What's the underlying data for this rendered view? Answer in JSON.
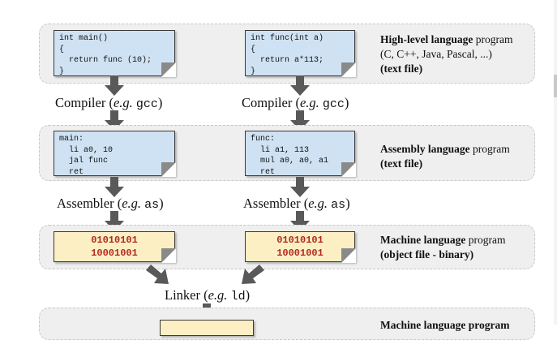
{
  "rows": [
    {
      "left_code": "int main()\n{\n  return func (10);\n}",
      "right_code": "int func(int a)\n{\n  return a*113;\n}",
      "desc_bold": "High-level language",
      "desc_rest": " program",
      "desc_line2": "(C, C++, Java, Pascal, ...)",
      "desc_line3": "(text file)"
    },
    {
      "left_code": "main:\n  li a0, 10\n  jal func\n  ret",
      "right_code": "func:\n  li a1, 113\n  mul a0, a0, a1\n  ret",
      "desc_bold": "Assembly language",
      "desc_rest": " program",
      "desc_line2": "(text file)"
    },
    {
      "left_code": "01010101\n10001001",
      "right_code": "01010101\n10001001",
      "desc_bold": "Machine language",
      "desc_rest": " program",
      "desc_line2": "(object file - binary)"
    },
    {
      "desc_bold": "Machine language program"
    }
  ],
  "tools": {
    "compiler_word": "Compiler (",
    "eg": "e.g.",
    "compiler_cmd": "gcc",
    "assembler_word": "Assembler (",
    "assembler_cmd": "as",
    "linker_word": "Linker (",
    "linker_cmd": "ld",
    "close": ")"
  },
  "colors": {
    "code_card": "#cfe2f3",
    "binary_card": "#fdefc4",
    "binary_text": "#b02a1e",
    "arrow": "#595959",
    "band": "#efefef"
  }
}
